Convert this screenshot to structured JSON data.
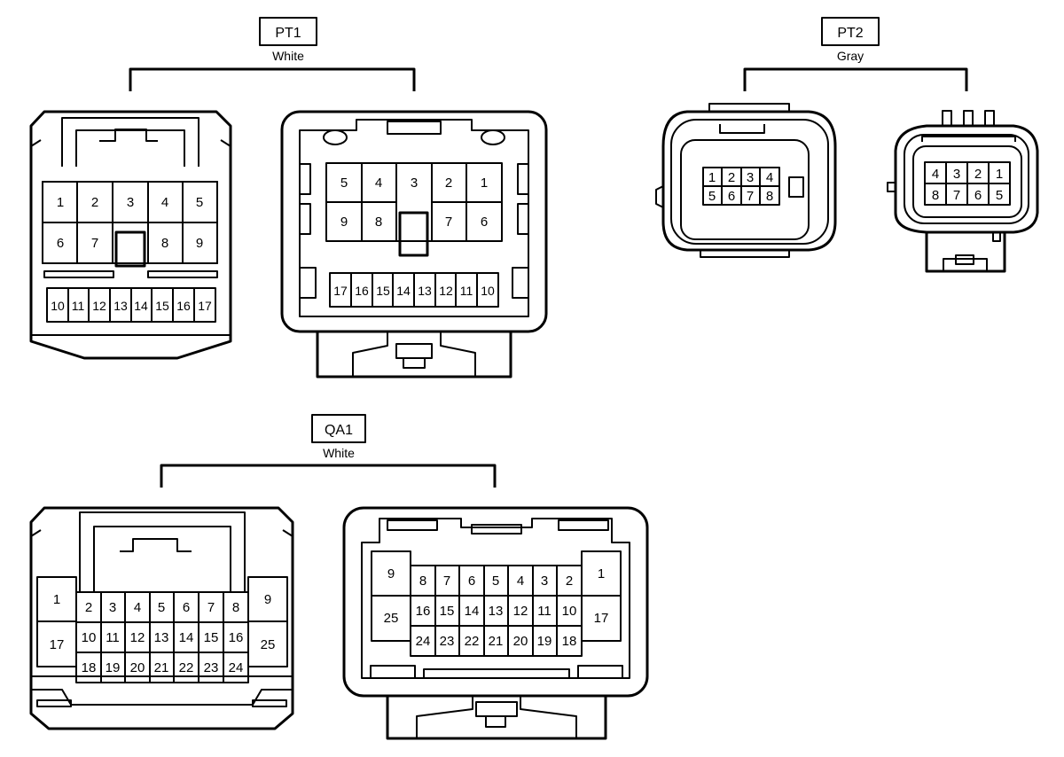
{
  "connectors": [
    {
      "id": "PT1",
      "color": "White",
      "female": {
        "row1": [
          "1",
          "2",
          "3",
          "4",
          "5"
        ],
        "row2": [
          "6",
          "7",
          "8",
          "9"
        ],
        "row3": [
          "10",
          "11",
          "12",
          "13",
          "14",
          "15",
          "16",
          "17"
        ]
      },
      "male": {
        "row1": [
          "5",
          "4",
          "3",
          "2",
          "1"
        ],
        "row2": [
          "9",
          "8",
          "7",
          "6"
        ],
        "row3": [
          "17",
          "16",
          "15",
          "14",
          "13",
          "12",
          "11",
          "10"
        ]
      }
    },
    {
      "id": "PT2",
      "color": "Gray",
      "female": {
        "row1": [
          "1",
          "2",
          "3",
          "4"
        ],
        "row2": [
          "5",
          "6",
          "7",
          "8"
        ]
      },
      "male": {
        "row1": [
          "4",
          "3",
          "2",
          "1"
        ],
        "row2": [
          "8",
          "7",
          "6",
          "5"
        ]
      }
    },
    {
      "id": "QA1",
      "color": "White",
      "female": {
        "leftcol": [
          "1",
          "17"
        ],
        "rightcol": [
          "9",
          "25"
        ],
        "row1": [
          "2",
          "3",
          "4",
          "5",
          "6",
          "7",
          "8"
        ],
        "row2": [
          "10",
          "11",
          "12",
          "13",
          "14",
          "15",
          "16"
        ],
        "row3": [
          "18",
          "19",
          "20",
          "21",
          "22",
          "23",
          "24"
        ]
      },
      "male": {
        "leftcol": [
          "9",
          "25"
        ],
        "rightcol": [
          "1",
          "17"
        ],
        "row1": [
          "8",
          "7",
          "6",
          "5",
          "4",
          "3",
          "2"
        ],
        "row2": [
          "16",
          "15",
          "14",
          "13",
          "12",
          "11",
          "10"
        ],
        "row3": [
          "24",
          "23",
          "22",
          "21",
          "20",
          "19",
          "18"
        ]
      }
    }
  ]
}
